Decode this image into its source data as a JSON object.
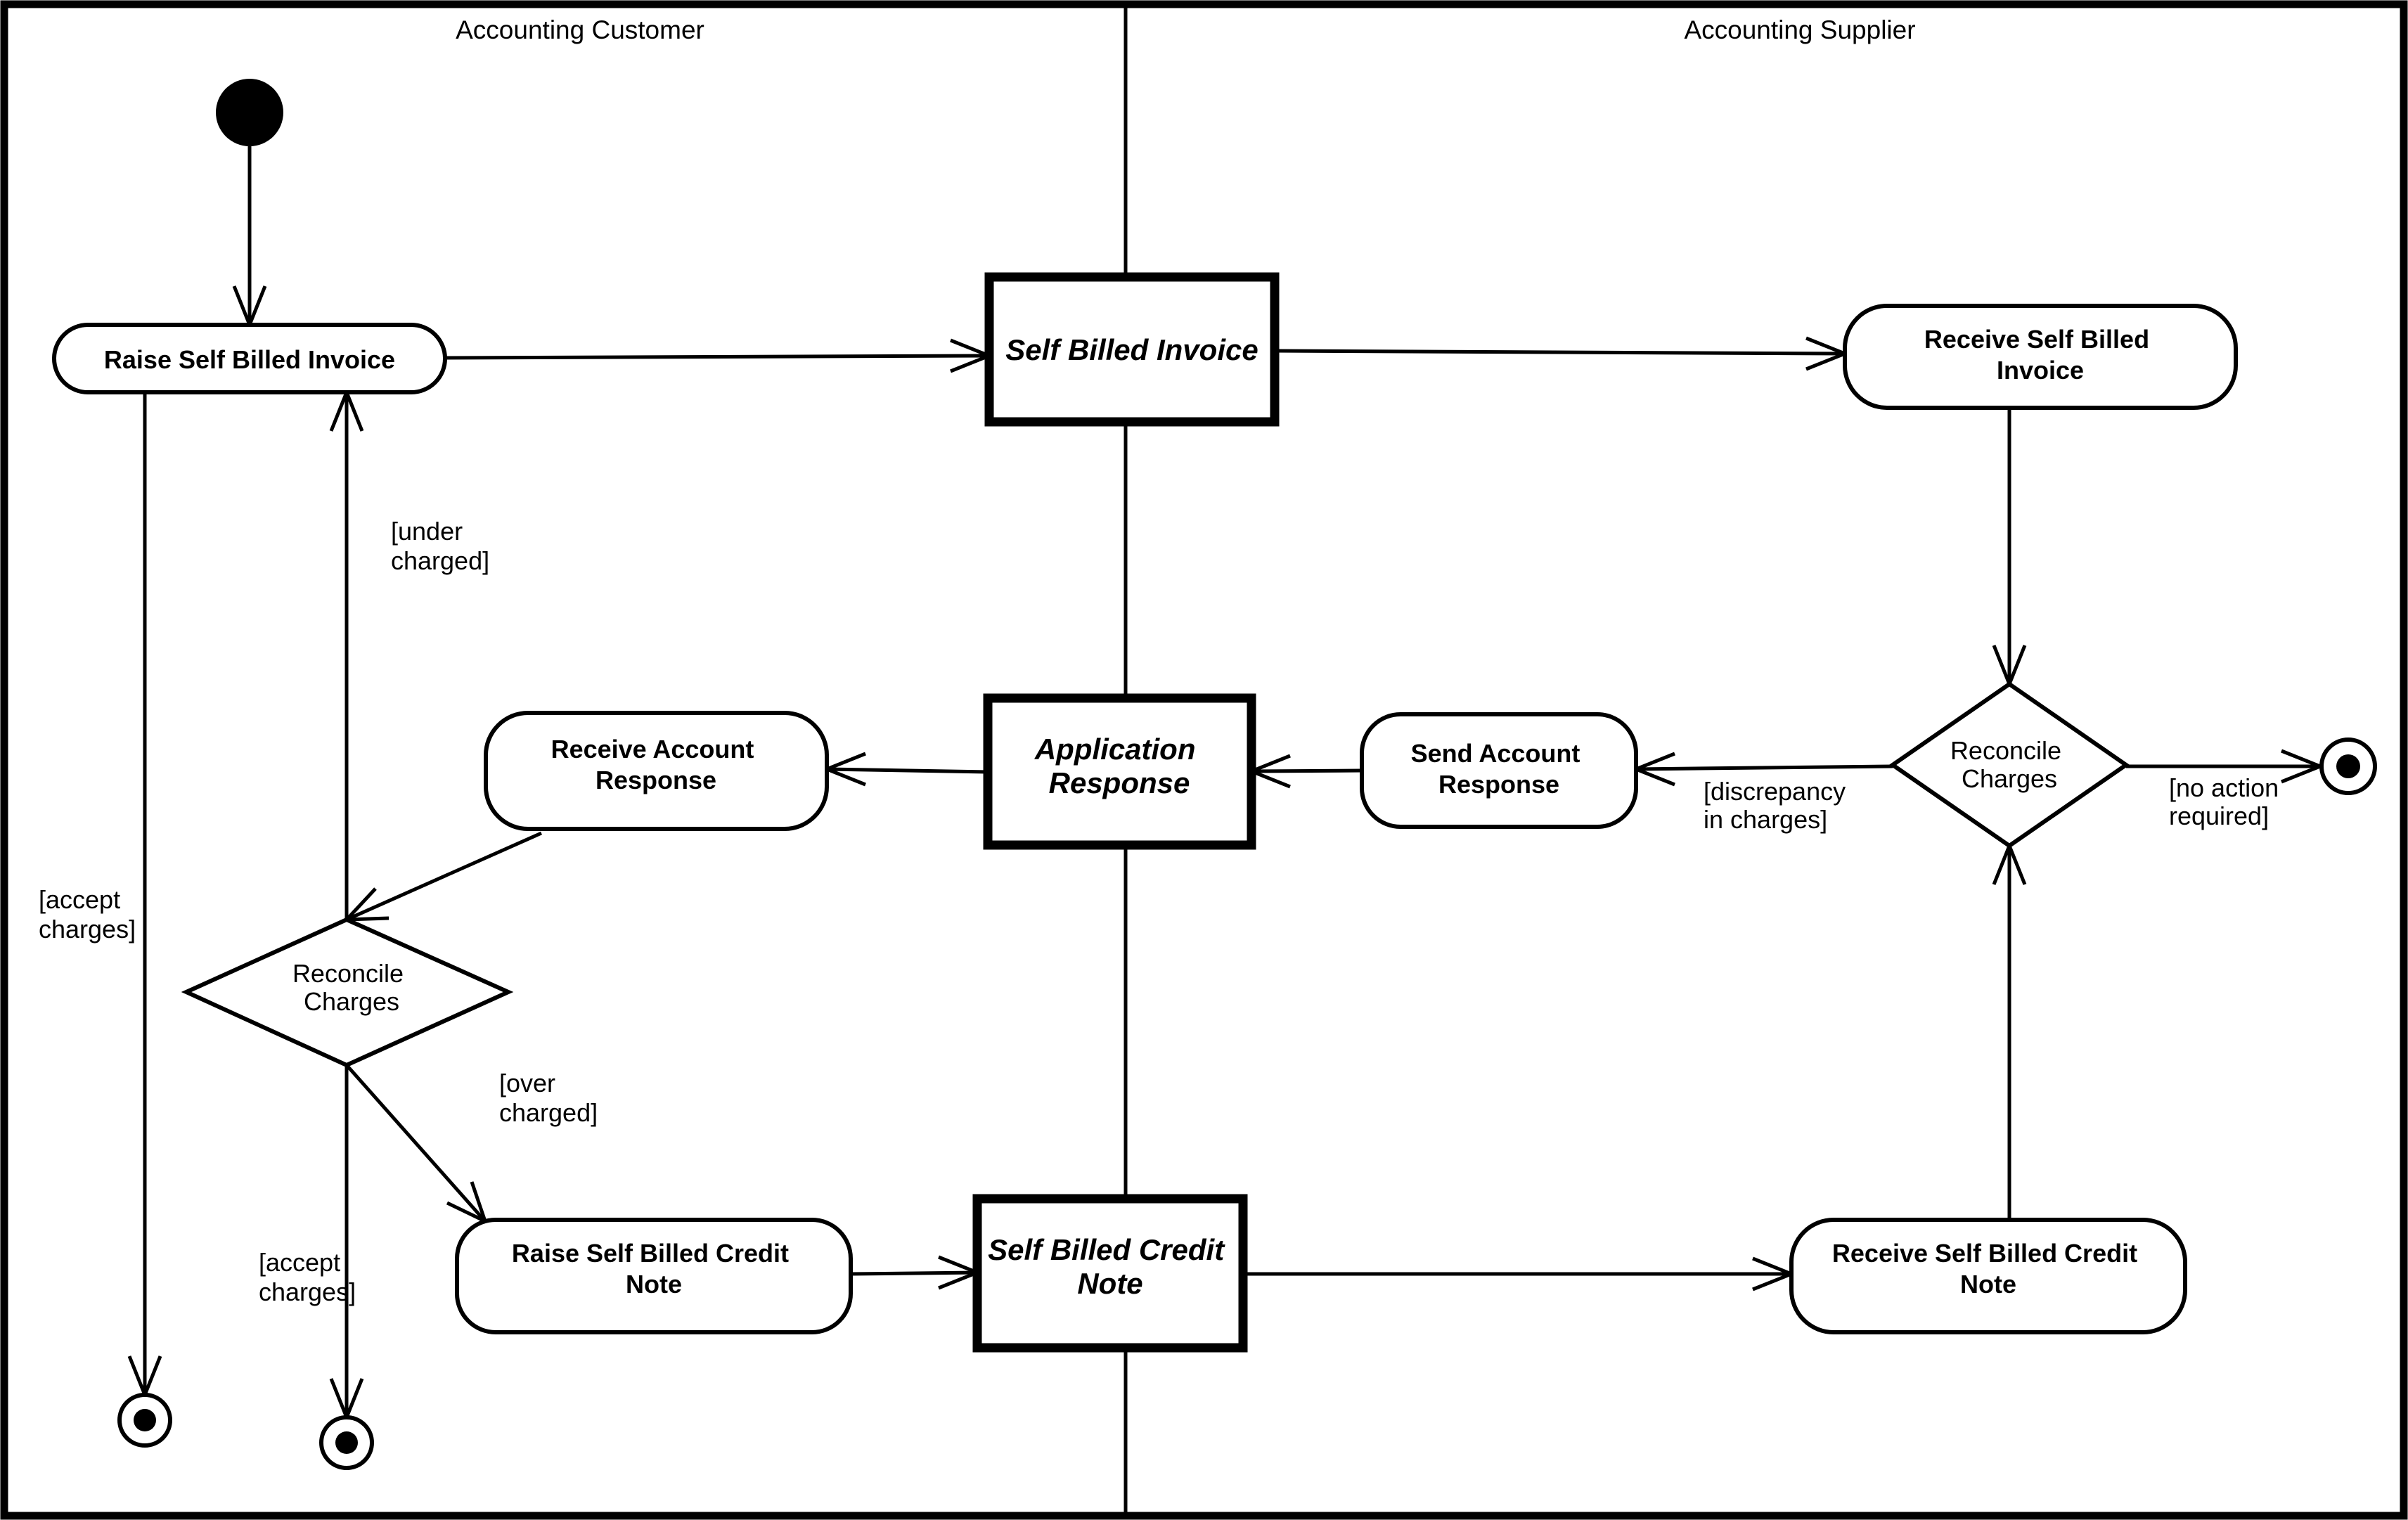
{
  "diagram": {
    "type": "uml-activity-diagram",
    "background": "#ffffff",
    "line_color": "#000000",
    "lanes": [
      {
        "label": "Accounting Customer"
      },
      {
        "label": "Accounting Supplier"
      }
    ],
    "nodes": {
      "raise_self_billed_invoice": {
        "kind": "activity",
        "label": "Raise Self Billed Invoice"
      },
      "self_billed_invoice": {
        "kind": "object",
        "label": "Self Billed Invoice"
      },
      "receive_self_billed_invoice": {
        "kind": "activity",
        "line1": "Receive Self Billed",
        "line2": "Invoice"
      },
      "reconcile_charges_supplier": {
        "kind": "decision",
        "line1": "Reconcile",
        "line2": "Charges"
      },
      "send_account_response": {
        "kind": "activity",
        "line1": "Send Account",
        "line2": "Response"
      },
      "application_response": {
        "kind": "object",
        "line1": "Application",
        "line2": "Response"
      },
      "receive_account_response": {
        "kind": "activity",
        "line1": "Receive Account",
        "line2": "Response"
      },
      "reconcile_charges_customer": {
        "kind": "decision",
        "line1": "Reconcile",
        "line2": "Charges"
      },
      "raise_self_billed_credit_note": {
        "kind": "activity",
        "line1": "Raise Self Billed Credit",
        "line2": "Note"
      },
      "self_billed_credit_note": {
        "kind": "object",
        "line1": "Self Billed Credit",
        "line2": "Note"
      },
      "receive_self_billed_credit_note": {
        "kind": "activity",
        "line1": "Receive Self Billed Credit",
        "line2": "Note"
      }
    },
    "guards": {
      "under_charged": {
        "line1": "[under",
        "line2": "charged]"
      },
      "accept_charges_invoice": {
        "line1": "[accept",
        "line2": "charges]"
      },
      "accept_charges_response": {
        "line1": "[accept",
        "line2": "charges]"
      },
      "over_charged": {
        "line1": "[over",
        "line2": "charged]"
      },
      "discrepancy_in_charges": {
        "line1": "[discrepancy",
        "line2": "in charges]"
      },
      "no_action_required": {
        "line1": "[no action",
        "line2": "required]"
      }
    }
  }
}
